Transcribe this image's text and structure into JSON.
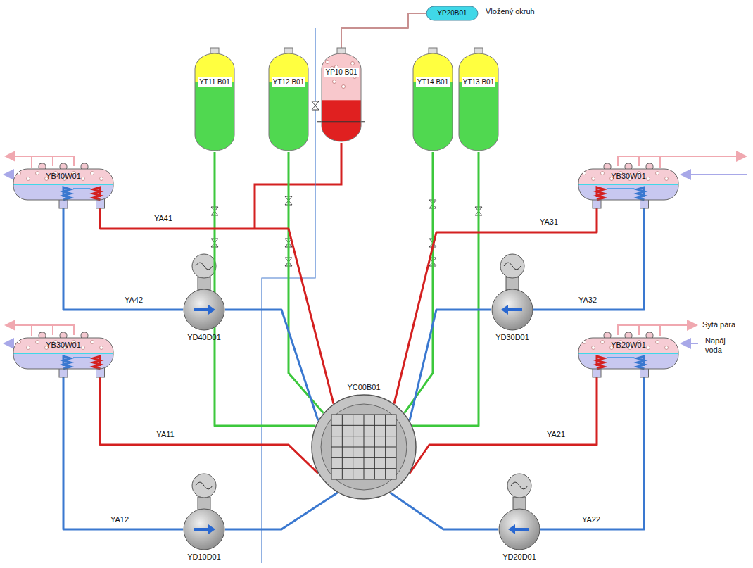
{
  "diagram": {
    "nodes": [
      {
        "text": [
          "YP20B01"
        ]
      },
      {
        "text": [
          "YT11 B01"
        ]
      },
      {
        "text": [
          "YT12 B01"
        ]
      },
      {
        "text": [
          "YP10 B01"
        ]
      },
      {
        "text": [
          "YT14 B01"
        ]
      },
      {
        "text": [
          "YT13 B01"
        ]
      },
      {
        "text": [
          "YB40W01"
        ]
      },
      {
        "text": [
          "YB30W01"
        ]
      },
      {
        "text": [
          "YD40D01"
        ]
      },
      {
        "text": [
          "YC00B01"
        ]
      },
      {
        "text": [
          "YD30D01"
        ]
      },
      {
        "text": [
          "YB30W01"
        ]
      },
      {
        "text": [
          "YB20W01"
        ]
      },
      {
        "text": [
          "YD10D01"
        ]
      },
      {
        "text": [
          "YD20D01"
        ]
      }
    ],
    "edges": [
      {
        "from": 3,
        "to": 0,
        "arrow": "none"
      },
      {
        "from": 1,
        "to": 9,
        "arrow": "none"
      },
      {
        "from": 2,
        "to": 9,
        "arrow": "none"
      },
      {
        "from": 4,
        "to": 9,
        "arrow": "none"
      },
      {
        "from": 5,
        "to": 9,
        "arrow": "none"
      },
      {
        "from": 6,
        "to": 9,
        "label": "YA41",
        "arrow": "none"
      },
      {
        "from": 6,
        "to": 8,
        "label": "YA42",
        "arrow": "none"
      },
      {
        "from": 8,
        "to": 9,
        "arrow": "none"
      },
      {
        "from": 7,
        "to": 9,
        "label": "YA31",
        "arrow": "none"
      },
      {
        "from": 7,
        "to": 10,
        "label": "YA32",
        "arrow": "none"
      },
      {
        "from": 10,
        "to": 9,
        "arrow": "none"
      },
      {
        "from": 11,
        "to": 9,
        "label": "YA11",
        "arrow": "none"
      },
      {
        "from": 11,
        "to": 13,
        "label": "YA12",
        "arrow": "none"
      },
      {
        "from": 13,
        "to": 9,
        "arrow": "none"
      },
      {
        "from": 12,
        "to": 9,
        "label": "YA21",
        "arrow": "none"
      },
      {
        "from": 12,
        "to": 14,
        "label": "YA22",
        "arrow": "none"
      },
      {
        "from": 14,
        "to": 9,
        "arrow": "none"
      }
    ],
    "labels": [
      "Vložený okruh",
      "Sytá pára",
      "Napáj voda"
    ]
  }
}
